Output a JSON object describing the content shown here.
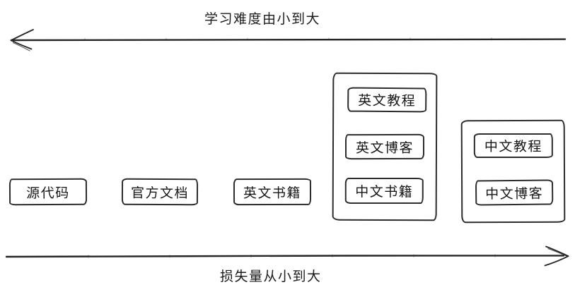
{
  "diagram": {
    "title_top": "学习难度由小到大",
    "title_bottom": "损失量从小到大",
    "top_arrow_direction": "left",
    "bottom_arrow_direction": "right"
  },
  "nodes": [
    {
      "label": "源代码"
    },
    {
      "label": "官方文档"
    },
    {
      "label": "英文书籍"
    }
  ],
  "groups": [
    {
      "items": [
        {
          "label": "英文教程"
        },
        {
          "label": "英文博客"
        },
        {
          "label": "中文书籍"
        }
      ]
    },
    {
      "items": [
        {
          "label": "中文教程"
        },
        {
          "label": "中文博客"
        }
      ]
    }
  ],
  "colors": {
    "ink": "#262626",
    "background": "#ffffff"
  }
}
